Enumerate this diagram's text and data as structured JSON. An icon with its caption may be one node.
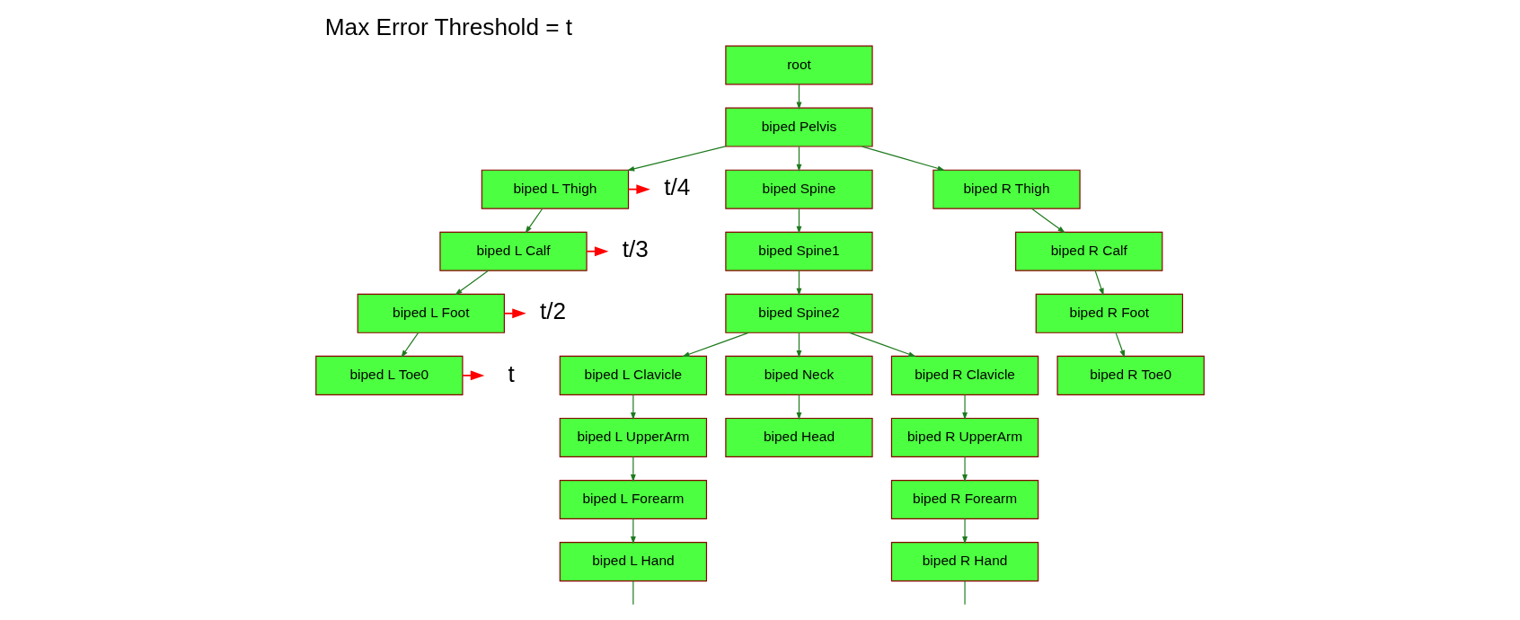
{
  "diagram": {
    "title": "Max Error Threshold = t",
    "nodes": [
      {
        "text": [
          "root"
        ]
      },
      {
        "text": [
          "biped Pelvis"
        ]
      },
      {
        "text": [
          "biped L Thigh"
        ]
      },
      {
        "text": [
          "biped Spine"
        ]
      },
      {
        "text": [
          "biped R Thigh"
        ]
      },
      {
        "text": [
          "biped L Calf"
        ]
      },
      {
        "text": [
          "biped Spine1"
        ]
      },
      {
        "text": [
          "biped R Calf"
        ]
      },
      {
        "text": [
          "biped L Foot"
        ]
      },
      {
        "text": [
          "biped Spine2"
        ]
      },
      {
        "text": [
          "biped R Foot"
        ]
      },
      {
        "text": [
          "biped L Toe0"
        ]
      },
      {
        "text": [
          "biped R Toe0"
        ]
      },
      {
        "text": [
          "biped L Clavicle"
        ]
      },
      {
        "text": [
          "biped Neck"
        ]
      },
      {
        "text": [
          "biped R Clavicle"
        ]
      },
      {
        "text": [
          "biped L UpperArm"
        ]
      },
      {
        "text": [
          "biped Head"
        ]
      },
      {
        "text": [
          "biped R UpperArm"
        ]
      },
      {
        "text": [
          "biped L Forearm"
        ]
      },
      {
        "text": [
          "biped R Forearm"
        ]
      },
      {
        "text": [
          "biped L Hand"
        ]
      },
      {
        "text": [
          "biped R Hand"
        ]
      },
      {
        "text": [
          "t/4"
        ]
      },
      {
        "text": [
          "t/3"
        ]
      },
      {
        "text": [
          "t/2"
        ]
      },
      {
        "text": [
          "t"
        ]
      }
    ],
    "edges": [
      {
        "from": 0,
        "to": 1,
        "arrow": "to"
      },
      {
        "from": 1,
        "to": 2,
        "arrow": "to"
      },
      {
        "from": 1,
        "to": 3,
        "arrow": "to"
      },
      {
        "from": 1,
        "to": 4,
        "arrow": "to"
      },
      {
        "from": 2,
        "to": 5,
        "arrow": "to"
      },
      {
        "from": 3,
        "to": 6,
        "arrow": "to"
      },
      {
        "from": 4,
        "to": 7,
        "arrow": "to"
      },
      {
        "from": 5,
        "to": 8,
        "arrow": "to"
      },
      {
        "from": 6,
        "to": 9,
        "arrow": "to"
      },
      {
        "from": 7,
        "to": 10,
        "arrow": "to"
      },
      {
        "from": 8,
        "to": 11,
        "arrow": "to"
      },
      {
        "from": 10,
        "to": 12,
        "arrow": "to"
      },
      {
        "from": 9,
        "to": 13,
        "arrow": "to"
      },
      {
        "from": 9,
        "to": 14,
        "arrow": "to"
      },
      {
        "from": 9,
        "to": 15,
        "arrow": "to"
      },
      {
        "from": 13,
        "to": 16,
        "arrow": "to"
      },
      {
        "from": 14,
        "to": 17,
        "arrow": "to"
      },
      {
        "from": 15,
        "to": 18,
        "arrow": "to"
      },
      {
        "from": 16,
        "to": 19,
        "arrow": "to"
      },
      {
        "from": 18,
        "to": 20,
        "arrow": "to"
      },
      {
        "from": 19,
        "to": 21,
        "arrow": "to"
      },
      {
        "from": 20,
        "to": 22,
        "arrow": "to"
      },
      {
        "from": 21,
        "to": null,
        "arrow": "none"
      },
      {
        "from": 22,
        "to": null,
        "arrow": "none"
      },
      {
        "from": 2,
        "to": 23,
        "arrow": "to",
        "color": "#ff0000"
      },
      {
        "from": 5,
        "to": 24,
        "arrow": "to",
        "color": "#ff0000"
      },
      {
        "from": 8,
        "to": 25,
        "arrow": "to",
        "color": "#ff0000"
      },
      {
        "from": 11,
        "to": 26,
        "arrow": "to",
        "color": "#ff0000"
      }
    ]
  }
}
